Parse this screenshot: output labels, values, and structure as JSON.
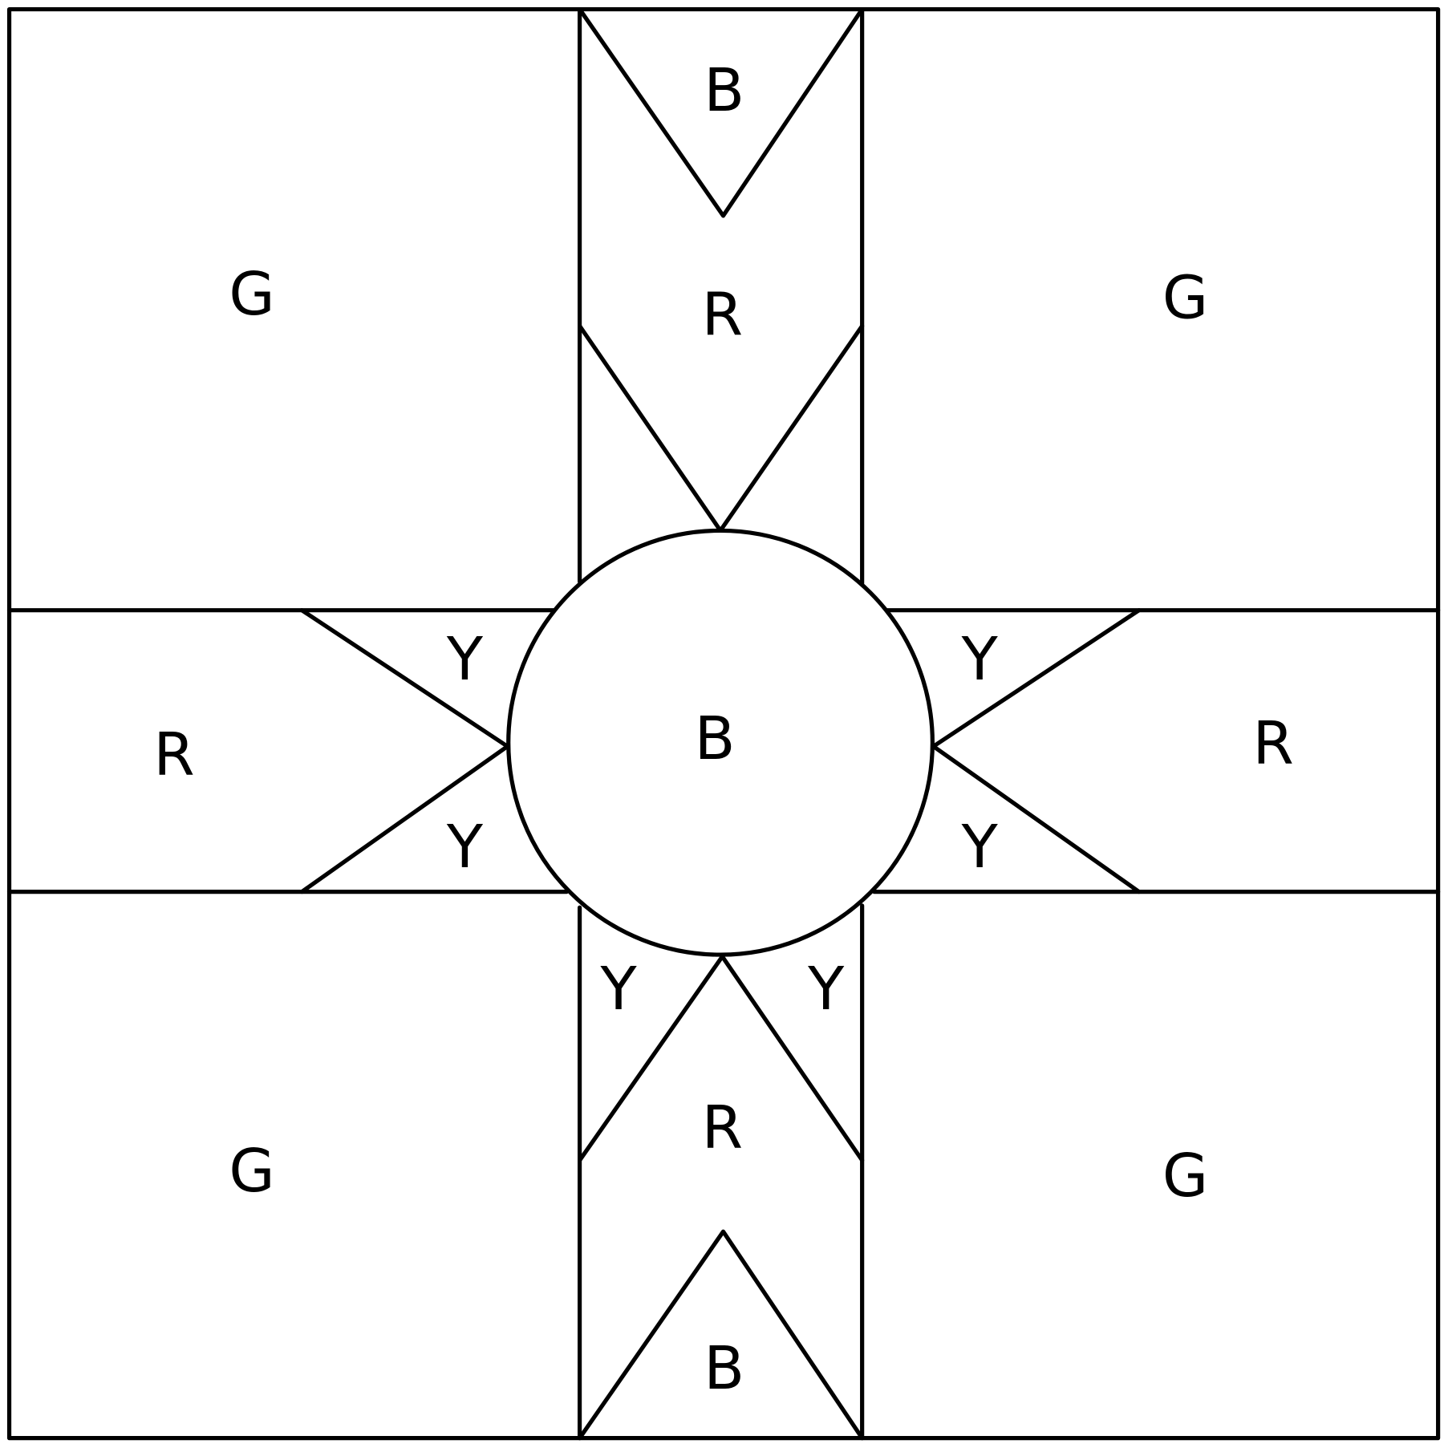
{
  "labels": {
    "top_left_square": "G",
    "top_right_square": "G",
    "bottom_left_square": "G",
    "bottom_right_square": "G",
    "top_tip": "B",
    "top_arm": "R",
    "bottom_arm": "R",
    "bottom_tip": "B",
    "left_arm": "R",
    "right_arm": "R",
    "center_circle": "B",
    "left_upper_point": "Y",
    "left_lower_point": "Y",
    "right_upper_point": "Y",
    "right_lower_point": "Y",
    "bottom_left_point": "Y",
    "bottom_right_point": "Y"
  },
  "colors": {
    "stroke": "#000000",
    "background": "#ffffff"
  }
}
